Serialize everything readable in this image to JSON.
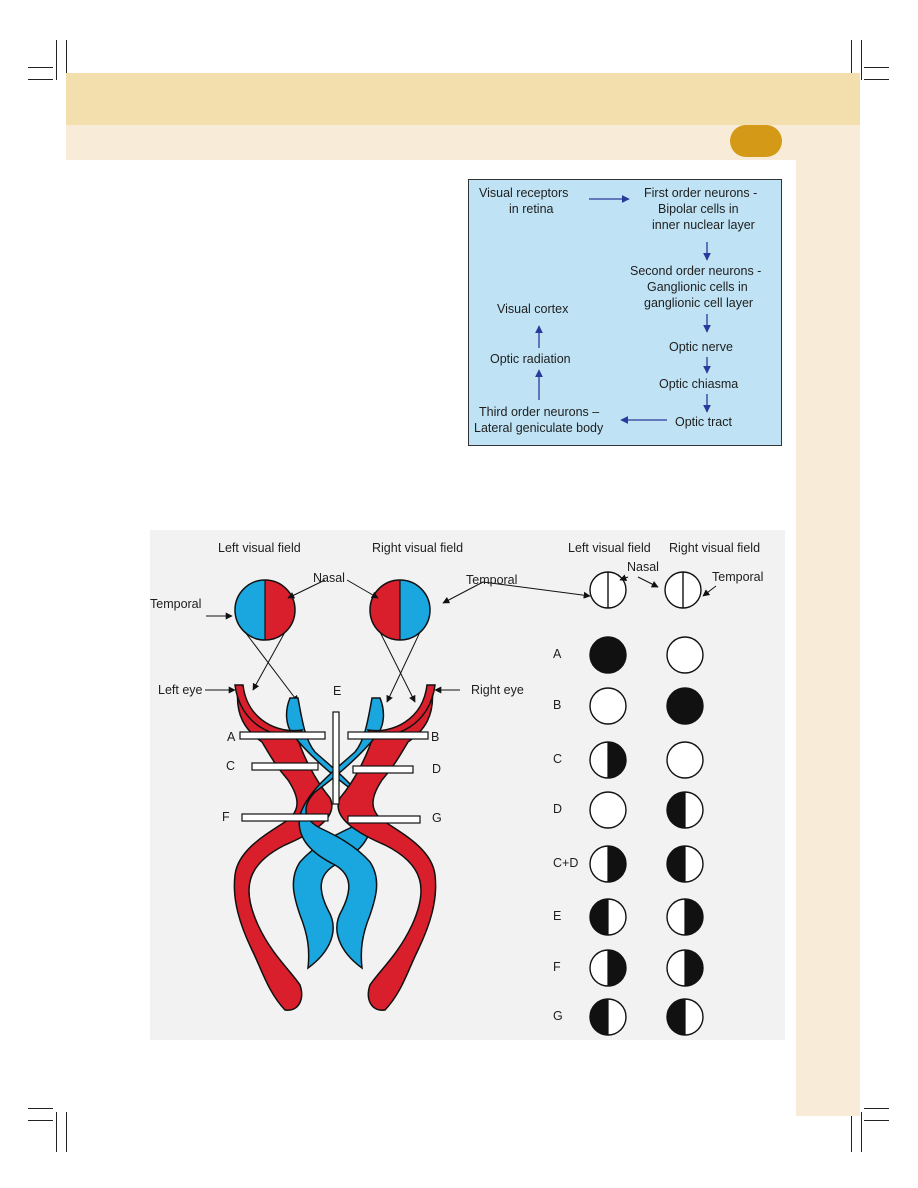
{
  "flowchart": {
    "visual_receptors": "Visual receptors",
    "in_retina": "in retina",
    "first_order": "First order neurons -",
    "bipolar": "Bipolar cells in",
    "inner_nuclear": "inner nuclear layer",
    "second_order": "Second order neurons -",
    "ganglionic_cells": "Ganglionic cells in",
    "ganglionic_layer": "ganglionic cell layer",
    "optic_nerve": "Optic nerve",
    "optic_chiasma": "Optic chiasma",
    "optic_tract": "Optic tract",
    "third_order": "Third order neurons –",
    "lgb": "Lateral geniculate body",
    "optic_radiation": "Optic radiation",
    "visual_cortex": "Visual cortex"
  },
  "pathway_diagram": {
    "left_visual_field": "Left visual field",
    "right_visual_field": "Right visual field",
    "nasal": "Nasal",
    "temporal_left": "Temporal",
    "temporal_right": "Temporal",
    "left_eye": "Left eye",
    "right_eye": "Right eye",
    "lesions": {
      "A": "A",
      "B": "B",
      "C": "C",
      "D": "D",
      "E": "E",
      "F": "F",
      "G": "G"
    },
    "colors": {
      "temporal_red": "#d91f2b",
      "nasal_blue": "#1aa7e0"
    }
  },
  "field_defects": {
    "left_visual_field": "Left visual field",
    "right_visual_field": "Right visual field",
    "nasal": "Nasal",
    "temporal": "Temporal",
    "rows": [
      {
        "label": "A",
        "left": "full",
        "right": "none"
      },
      {
        "label": "B",
        "left": "none",
        "right": "full"
      },
      {
        "label": "C",
        "left": "right-half",
        "right": "none"
      },
      {
        "label": "D",
        "left": "none",
        "right": "left-half"
      },
      {
        "label": "C+D",
        "left": "right-half",
        "right": "left-half"
      },
      {
        "label": "E",
        "left": "left-half",
        "right": "right-half"
      },
      {
        "label": "F",
        "left": "right-half",
        "right": "right-half"
      },
      {
        "label": "G",
        "left": "left-half",
        "right": "left-half"
      }
    ]
  }
}
